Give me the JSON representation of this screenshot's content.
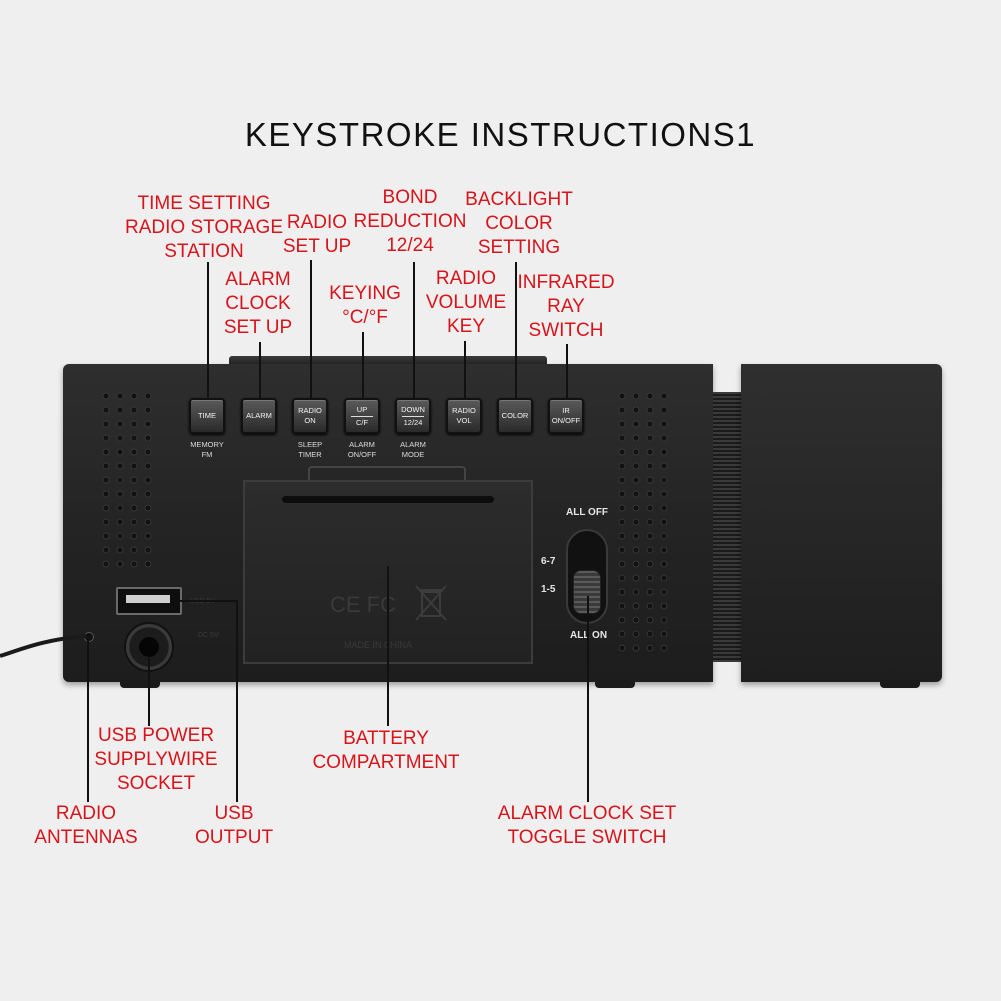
{
  "title": "KEYSTROKE INSTRUCTIONS1",
  "callouts": {
    "time_setting": [
      "TIME SETTING",
      "RADIO STORAGE",
      "STATION"
    ],
    "alarm_clock_set_up": [
      "ALARM",
      "CLOCK",
      "SET UP"
    ],
    "radio_set_up": [
      "RADIO",
      "SET UP"
    ],
    "keying": [
      "KEYING",
      "°C/°F"
    ],
    "bond_reduction": [
      "BOND",
      "REDUCTION",
      "12/24"
    ],
    "radio_volume_key": [
      "RADIO",
      "VOLUME",
      "KEY"
    ],
    "backlight_color": [
      "BACKLIGHT",
      "COLOR",
      "SETTING"
    ],
    "infrared_switch": [
      "INFRARED",
      "RAY",
      "SWITCH"
    ],
    "usb_power": [
      "USB POWER",
      "SUPPLYWIRE",
      "SOCKET"
    ],
    "radio_antennas": [
      "RADIO",
      "ANTENNAS"
    ],
    "usb_output": [
      "USB",
      "OUTPUT"
    ],
    "battery_compartment": [
      "BATTERY",
      "COMPARTMENT"
    ],
    "alarm_toggle": [
      "ALARM CLOCK SET",
      "TOGGLE SWITCH"
    ]
  },
  "buttons": [
    {
      "top": "TIME",
      "bottom": "",
      "sub": [
        "MEMORY",
        "FM"
      ]
    },
    {
      "top": "ALARM",
      "bottom": "",
      "sub": [
        "",
        ""
      ]
    },
    {
      "top": "RADIO",
      "bottom": "ON",
      "sub": [
        "SLEEP",
        "TIMER"
      ]
    },
    {
      "top": "UP",
      "bottom": "C/F",
      "sub": [
        "ALARM",
        "ON/OFF"
      ]
    },
    {
      "top": "DOWN",
      "bottom": "12/24",
      "sub": [
        "ALARM",
        "MODE"
      ]
    },
    {
      "top": "RADIO",
      "bottom": "VOL",
      "sub": [
        "",
        ""
      ]
    },
    {
      "top": "COLOR",
      "bottom": "",
      "sub": [
        "",
        ""
      ]
    },
    {
      "top": "IR",
      "bottom": "ON/OFF",
      "sub": [
        "",
        ""
      ]
    }
  ],
  "switch": {
    "all_off": "ALL OFF",
    "six_seven": "6-7",
    "one_five": "1-5",
    "all_on": "ALL ON"
  },
  "battery": {
    "marks": "CE FC",
    "made_in": "MADE IN CHINA"
  },
  "port_labels": {
    "usb": "USB 5V",
    "dc": "DC 5V"
  },
  "colors": {
    "callout": "#d8141b",
    "background": "#efefef",
    "device": "#262626"
  },
  "icons": {
    "weee": "crossed-bin-icon"
  }
}
